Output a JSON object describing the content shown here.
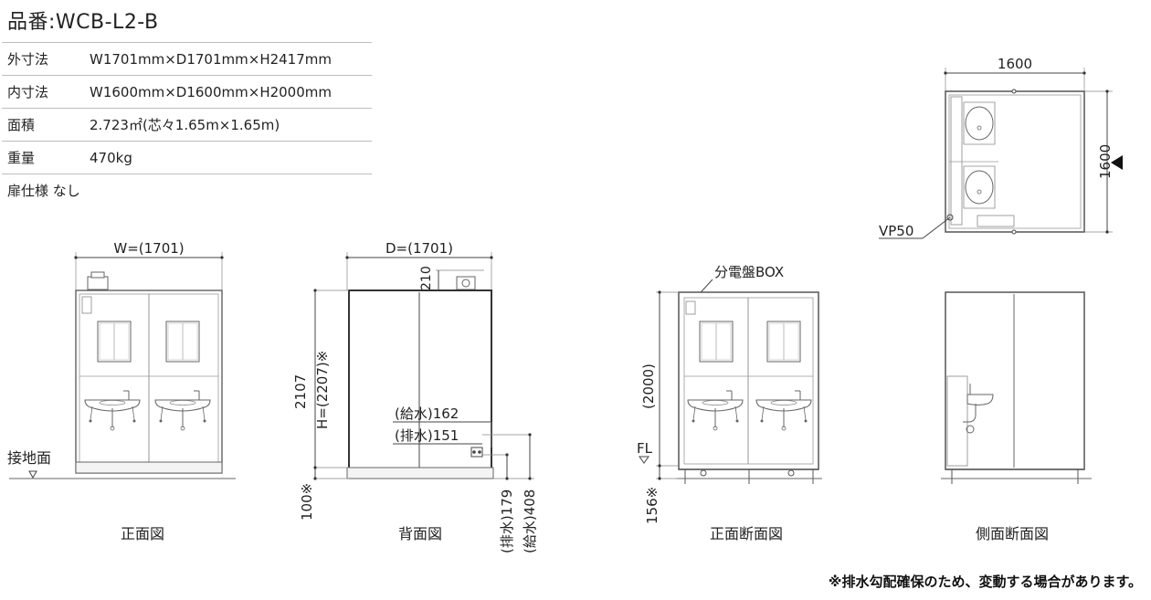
{
  "product": {
    "title": "品番:WCB-L2-B"
  },
  "specs": [
    {
      "label": "外寸法",
      "value": "W1701mm×D1701mm×H2417mm"
    },
    {
      "label": "内寸法",
      "value": "W1600mm×D1600mm×H2000mm"
    },
    {
      "label": "面積",
      "value": "2.723㎡(芯々1.65m×1.65m)"
    },
    {
      "label": "重量",
      "value": "470kg"
    }
  ],
  "door_spec": "扉仕様 なし",
  "views": {
    "front": {
      "caption": "正面図",
      "width": "W=(1701)",
      "ground": "接地面"
    },
    "back": {
      "caption": "背面図",
      "depth": "D=(1701)",
      "top": "210",
      "height_main": "2107",
      "height_total": "H=(2207)※",
      "base": "100※",
      "water_supply": "(給水)162",
      "drain": "(排水)151",
      "drain_height": "(排水)179",
      "supply_height": "(給水)408"
    },
    "front_section": {
      "caption": "正面断面図",
      "panel": "分電盤BOX",
      "inner_height": "(2000)",
      "fl": "FL",
      "base": "156※"
    },
    "side_section": {
      "caption": "側面断面図"
    },
    "plan": {
      "width": "1600",
      "depth": "1600",
      "pipe": "VP50"
    }
  },
  "note": "※排水勾配確保のため、変動する場合があります。"
}
